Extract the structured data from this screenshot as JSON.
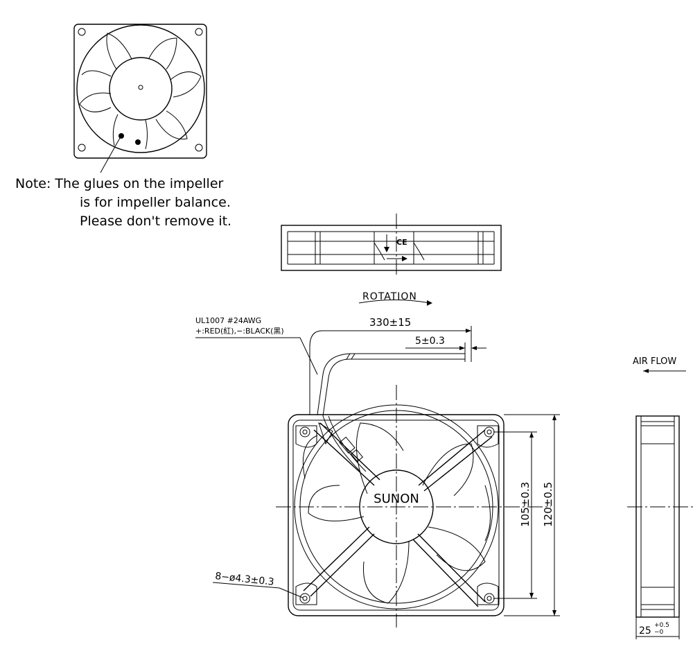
{
  "note": {
    "line1": "Note: The glues on the impeller",
    "line2": "is for impeller balance.",
    "line3": "Please don't remove it."
  },
  "ce_mark": "CE",
  "rotation_label": "ROTATION",
  "wire": {
    "spec": "UL1007 #24AWG",
    "polarity": "+:RED(紅),−:BLACK(黑)"
  },
  "dims": {
    "lead_length": "330±15",
    "strip_length": "5±0.3",
    "hole_spacing": "105±0.3",
    "frame_size": "120±0.5",
    "holes": "8−ø4.3±0.3",
    "thickness_base": "25",
    "thickness_tol_upper": "+0.5",
    "thickness_tol_lower": "−0"
  },
  "brand": "SUNON",
  "air_flow_label": "AIR FLOW"
}
